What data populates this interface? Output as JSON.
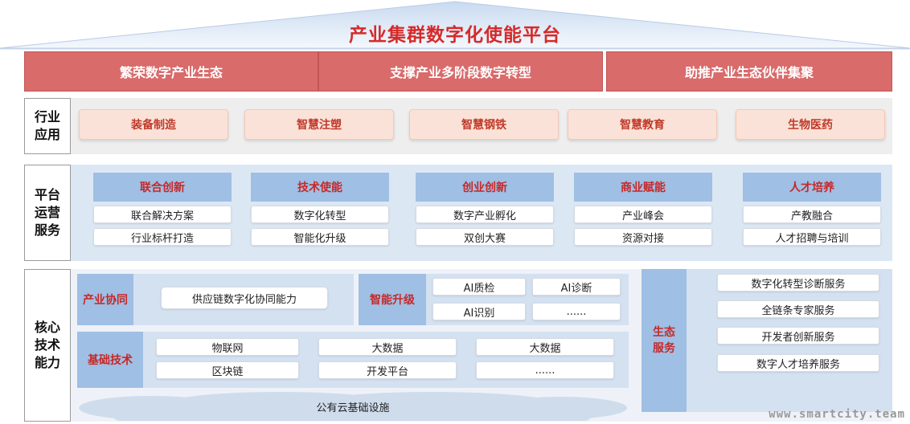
{
  "title": "产业集群数字化使能平台",
  "goals": [
    "繁荣数字产业生态",
    "支撑产业多阶段数字转型",
    "助推产业生态伙伴集聚"
  ],
  "industry": {
    "label": "行业\n应用",
    "items": [
      "装备制造",
      "智慧注塑",
      "智慧钢铁",
      "智慧教育",
      "生物医药"
    ]
  },
  "platform_ops": {
    "label": "平台\n运营\n服务",
    "columns": [
      {
        "head": "联合创新",
        "items": [
          "联合解决方案",
          "行业标杆打造"
        ]
      },
      {
        "head": "技术使能",
        "items": [
          "数字化转型",
          "智能化升级"
        ]
      },
      {
        "head": "创业创新",
        "items": [
          "数字产业孵化",
          "双创大赛"
        ]
      },
      {
        "head": "商业赋能",
        "items": [
          "产业峰会",
          "资源对接"
        ]
      },
      {
        "head": "人才培养",
        "items": [
          "产教融合",
          "人才招聘与培训"
        ]
      }
    ]
  },
  "core": {
    "label": "核心\n技术\n能力",
    "industry_synergy": {
      "head": "产业协同",
      "item": "供应链数字化协同能力"
    },
    "smart_upgrade": {
      "head": "智能升级",
      "items": [
        "AI质检",
        "AI诊断",
        "AI识别",
        "......"
      ]
    },
    "base_tech": {
      "head": "基础技术",
      "items": [
        "物联网",
        "大数据",
        "大数据",
        "区块链",
        "开发平台",
        "......"
      ]
    },
    "cloud": "公有云基础设施",
    "eco": {
      "head": "生态\n服务",
      "items": [
        "数字化转型诊断服务",
        "全链条专家服务",
        "开发者创新服务",
        "数字人才培养服务"
      ]
    }
  },
  "watermark": "www.smartcity.team",
  "colors": {
    "title_red": "#d62a2a",
    "banner_red": "#d96b6b",
    "blue_head": "#9fbfe4",
    "pill_bg": "#fbe2d8"
  }
}
